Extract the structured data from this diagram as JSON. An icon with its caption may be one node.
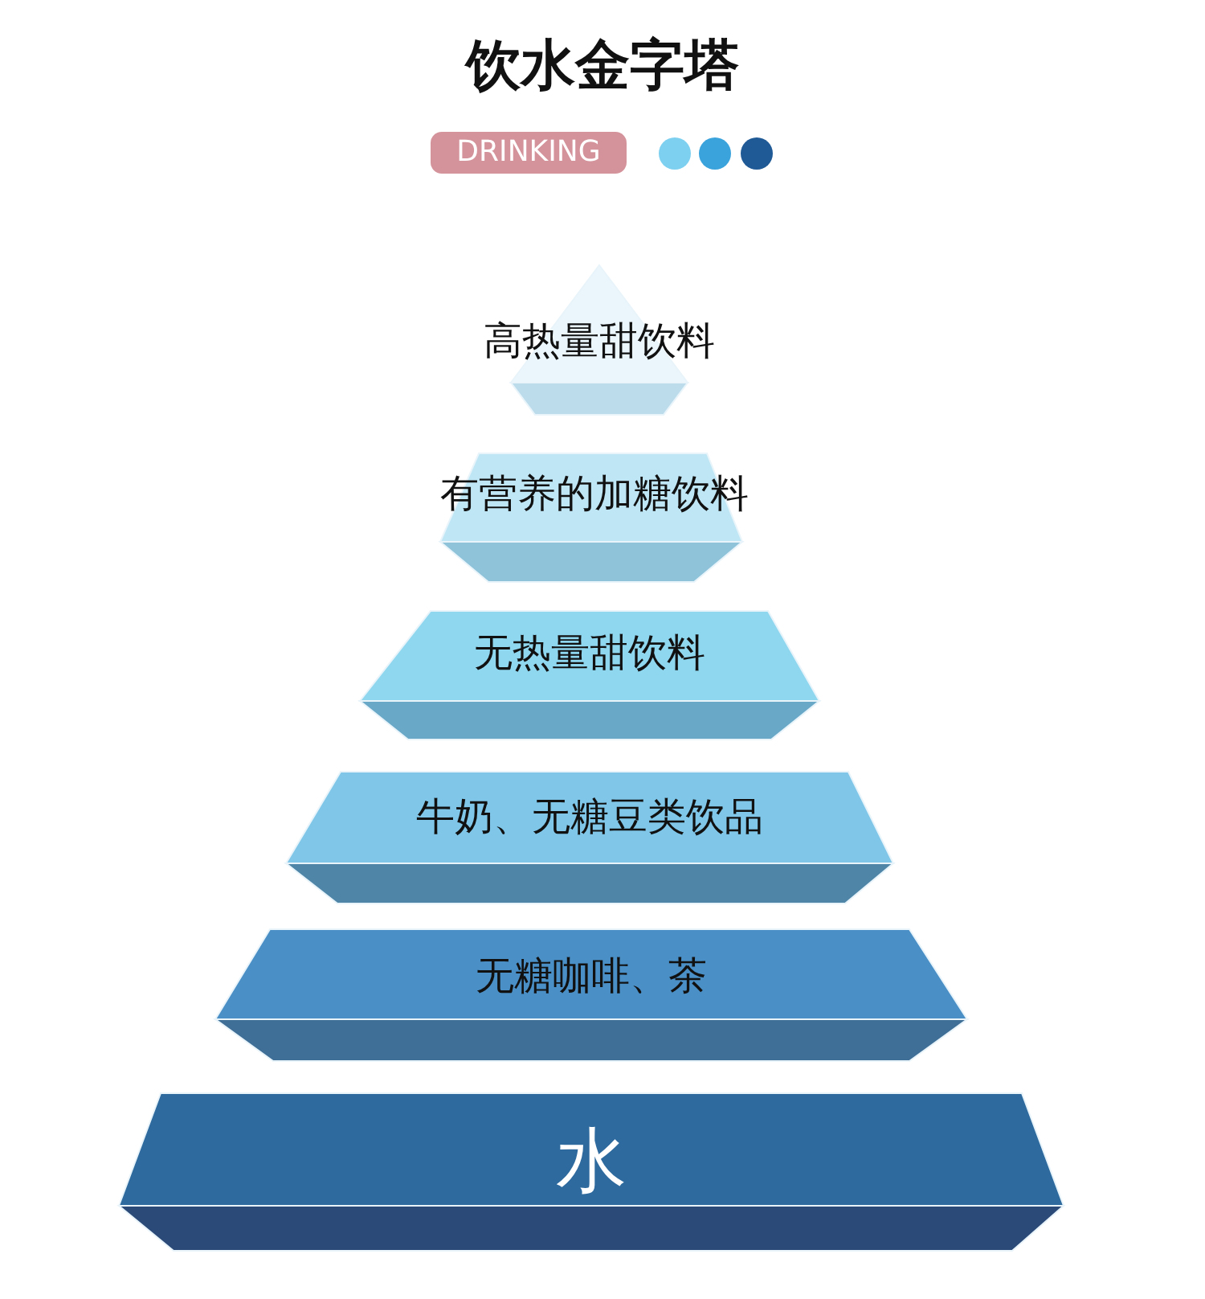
{
  "diagram": {
    "title": "饮水金字塔",
    "nodes": [
      {
        "text": [
          "高热量甜饮料"
        ]
      },
      {
        "text": [
          "有营养的加糖饮料"
        ]
      },
      {
        "text": [
          "无热量甜饮料"
        ]
      },
      {
        "text": [
          "牛奶、无糖豆类饮品"
        ]
      },
      {
        "text": [
          "无糖咖啡、茶"
        ]
      },
      {
        "text": [
          "水"
        ]
      }
    ],
    "labels": [
      "DRINKING"
    ]
  }
}
